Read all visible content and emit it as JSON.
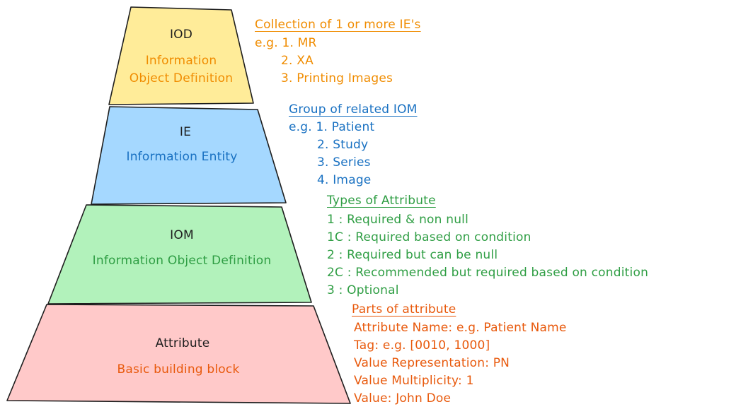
{
  "colors": {
    "iod_fill": "#ffec99",
    "ie_fill": "#a5d8ff",
    "iom_fill": "#b2f2bb",
    "attribute_fill": "#ffc9c9",
    "stroke": "#1e1e1e",
    "orange_text": "#f08c00",
    "blue_text": "#1971c2",
    "green_text": "#2f9e44",
    "red_text": "#e8590c"
  },
  "pyramid": {
    "iod": {
      "title": "IOD",
      "subtitle_line1": "Information",
      "subtitle_line2": "Object Definition"
    },
    "ie": {
      "title": "IE",
      "subtitle": "Information Entity"
    },
    "iom": {
      "title": "IOM",
      "subtitle": "Information Object Definition"
    },
    "attribute": {
      "title": "Attribute",
      "subtitle": "Basic building block"
    }
  },
  "notes": {
    "iod": {
      "heading": "Collection of 1 or more IE's",
      "items": [
        "e.g. 1. MR",
        "2. XA",
        "3. Printing Images"
      ]
    },
    "ie": {
      "heading": "Group of related IOM",
      "items": [
        "e.g. 1. Patient",
        "2. Study",
        "3. Series",
        "4. Image"
      ]
    },
    "attribute_types": {
      "heading": "Types of Attribute",
      "items": [
        "1   : Required & non null",
        "1C : Required based on condition",
        "2  : Required but can be null",
        "2C : Recommended but required based on condition",
        "3   : Optional"
      ]
    },
    "attribute_parts": {
      "heading": "Parts of attribute",
      "items": [
        "Attribute Name: e.g. Patient Name",
        "Tag: e.g. [0010, 1000]",
        "Value Representation: PN",
        "Value Multiplicity: 1",
        "Value: John Doe"
      ]
    }
  }
}
